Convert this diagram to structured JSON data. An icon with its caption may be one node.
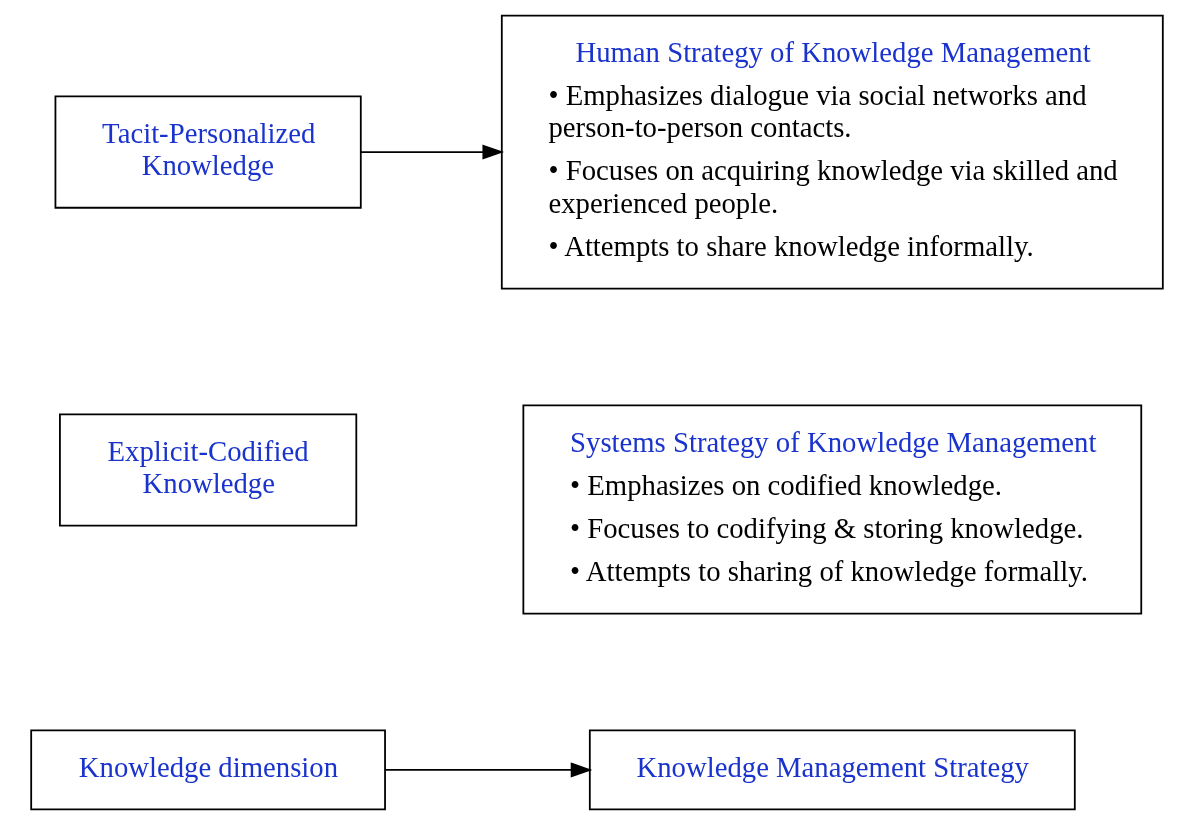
{
  "diagram": {
    "nodes": [
      {
        "text": [
          "Knowledge dimension"
        ]
      },
      {
        "text": [
          "Knowledge Management Strategy"
        ]
      },
      {
        "text": [
          "Systems Strategy of Knowledge Management",
          "• Emphasizes on codified knowledge.",
          "• Focuses to codifying & storing knowledge.",
          "• Attempts to sharing of knowledge formally."
        ]
      },
      {
        "text": [
          "Explicit-Codified Knowledge"
        ]
      },
      {
        "text": [
          "Tacit-Personalized Knowledge"
        ]
      },
      {
        "text": [
          "Human Strategy of Knowledge Management",
          "• Emphasizes dialogue via social networks and person-to-person contacts.",
          "• Focuses on acquiring knowledge via skilled and experienced people.",
          "• Attempts to share knowledge informally."
        ]
      }
    ],
    "edges": [
      {
        "from": 0,
        "to": 1,
        "arrow": "to"
      },
      {
        "from": 4,
        "to": 5,
        "arrow": "to"
      }
    ]
  }
}
